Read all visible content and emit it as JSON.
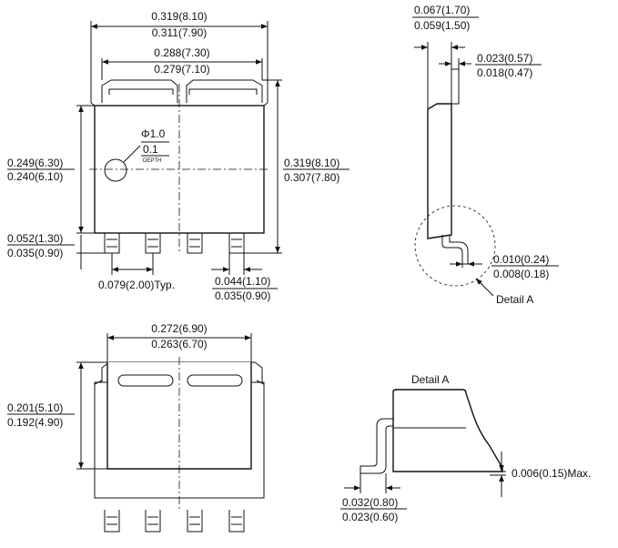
{
  "top_view": {
    "overall_width": {
      "max": "0.319(8.10)",
      "min": "0.311(7.90)"
    },
    "tab_width": {
      "max": "0.288(7.30)",
      "min": "0.279(7.10)"
    },
    "hole": {
      "diameter": "Φ1.0",
      "depth_value": "0.1",
      "depth_label": "DEPTH"
    },
    "body_height": {
      "max": "0.249(6.30)",
      "min": "0.240(6.10)"
    },
    "overall_height": {
      "max": "0.319(8.10)",
      "min": "0.307(7.80)"
    },
    "lead_length": {
      "max": "0.052(1.30)",
      "min": "0.035(0.90)"
    },
    "lead_pitch": "0.079(2.00)Typ.",
    "lead_width": {
      "max": "0.044(1.10)",
      "min": "0.035(0.90)"
    }
  },
  "side_view": {
    "thickness": {
      "max": "0.067(1.70)",
      "min": "0.059(1.50)"
    },
    "tab_thickness": {
      "max": "0.023(0.57)",
      "min": "0.018(0.47)"
    },
    "lead_thickness": {
      "max": "0.010(0.24)",
      "min": "0.008(0.18)"
    },
    "detail_callout": "Detail A"
  },
  "bottom_view": {
    "pad_width": {
      "max": "0.272(6.90)",
      "min": "0.263(6.70)"
    },
    "pad_height": {
      "max": "0.201(5.10)",
      "min": "0.192(4.90)"
    }
  },
  "detail_a": {
    "title": "Detail A",
    "standoff": "0.006(0.15)Max.",
    "foot_length": {
      "max": "0.032(0.80)",
      "min": "0.023(0.60)"
    }
  }
}
